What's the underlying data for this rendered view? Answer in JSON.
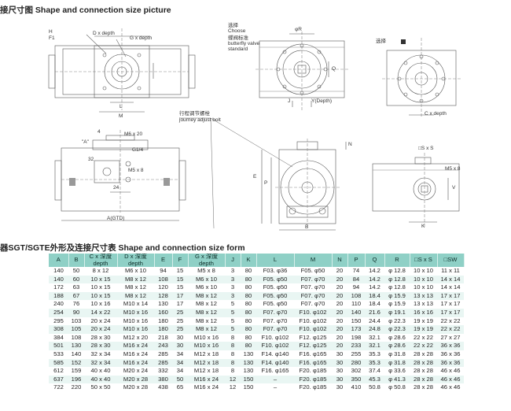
{
  "titles": {
    "drawing": "接尺寸图  Shape and connection size picture",
    "table": "器SGT/SGTE外形及连接尺寸表  Shape and connection size form"
  },
  "labels": {
    "top_left_a": "H",
    "top_left_b": "F1",
    "d_depth": "D x depth",
    "g_depth": "G x depth",
    "l": "L",
    "m": "M",
    "choose_cn": "选择",
    "choose_en": "Choose",
    "butterfly_cn": "蝶阀标准",
    "butterfly_en": "butterfly valve",
    "butterfly_std": "standard",
    "phi_r": "φR",
    "q": "Q",
    "j": "J",
    "y_depth": "Y(Depth)",
    "c_depth": "C x depth",
    "choose_right": "选择",
    "adjust_cn": "行程调节螺栓",
    "adjust_en": "journey adjust bolt",
    "a_label": "\"A\"",
    "four": "4",
    "m6": "M6 x 20",
    "g14": "G1/4",
    "m5_left": "M5 x 8",
    "n32": "32",
    "n24": "24",
    "a_gtd": "A(GTD)",
    "n": "N",
    "e": "E",
    "p": "P",
    "b": "B",
    "sxs": "□S x S",
    "m5_right": "M5 x 8",
    "v": "V",
    "k": "K"
  },
  "table": {
    "headers": [
      "A",
      "B",
      "C x 深度\ndepth",
      "D x 深度\ndepth",
      "E",
      "F",
      "G x 深度\ndepth",
      "J",
      "K",
      "L",
      "M",
      "N",
      "P",
      "Q",
      "R",
      "□S x S",
      "□SW"
    ],
    "rows": [
      [
        "140",
        "50",
        "8 x 12",
        "M6 x 10",
        "94",
        "15",
        "M5 x 8",
        "3",
        "80",
        "F03. φ36",
        "F05. φ50",
        "20",
        "74",
        "14.2",
        "φ 12.8",
        "10 x 10",
        "11 x 11"
      ],
      [
        "140",
        "60",
        "10 x 15",
        "M8 x 12",
        "108",
        "15",
        "M6 x 10",
        "3",
        "80",
        "F05. φ50",
        "F07. φ70",
        "20",
        "84",
        "14.2",
        "φ 12.8",
        "10 x 10",
        "14 x 14"
      ],
      [
        "172",
        "63",
        "10 x 15",
        "M8 x 12",
        "120",
        "15",
        "M6 x 10",
        "3",
        "80",
        "F05. φ50",
        "F07. φ70",
        "20",
        "94",
        "14.2",
        "φ 12.8",
        "10 x 10",
        "14 x 14"
      ],
      [
        "188",
        "67",
        "10 x 15",
        "M8 x 12",
        "128",
        "17",
        "M8 x 12",
        "3",
        "80",
        "F05. φ50",
        "F07. φ70",
        "20",
        "108",
        "18.4",
        "φ 15.9",
        "13 x 13",
        "17 x 17"
      ],
      [
        "240",
        "76",
        "10 x 16",
        "M10 x 14",
        "130",
        "17",
        "M8 x 12",
        "5",
        "80",
        "F05. φ50",
        "F07. φ70",
        "20",
        "110",
        "18.4",
        "φ 15.9",
        "13 x 13",
        "17 x 17"
      ],
      [
        "254",
        "90",
        "14 x 22",
        "M10 x 16",
        "160",
        "25",
        "M8 x 12",
        "5",
        "80",
        "F07. φ70",
        "F10. φ102",
        "20",
        "140",
        "21.6",
        "φ 19.1",
        "16 x 16",
        "17 x 17"
      ],
      [
        "295",
        "103",
        "20 x 24",
        "M10 x 16",
        "180",
        "25",
        "M8 x 12",
        "5",
        "80",
        "F07. φ70",
        "F10. φ102",
        "20",
        "150",
        "24.4",
        "φ 22.3",
        "19 x 19",
        "22 x 22"
      ],
      [
        "308",
        "105",
        "20 x 24",
        "M10 x 16",
        "180",
        "25",
        "M8 x 12",
        "5",
        "80",
        "F07. φ70",
        "F10. φ102",
        "20",
        "173",
        "24.8",
        "φ 22.3",
        "19 x 19",
        "22 x 22"
      ],
      [
        "384",
        "108",
        "28 x 30",
        "M12 x 20",
        "218",
        "30",
        "M10 x 16",
        "8",
        "80",
        "F10. φ102",
        "F12. φ125",
        "20",
        "198",
        "32.1",
        "φ 28.6",
        "22 x 22",
        "27 x 27"
      ],
      [
        "501",
        "130",
        "28 x 30",
        "M16 x 24",
        "243",
        "30",
        "M10 x 16",
        "8",
        "80",
        "F10. φ102",
        "F12. φ125",
        "20",
        "233",
        "32.1",
        "φ 28.6",
        "22 x 22",
        "36 x 36"
      ],
      [
        "533",
        "140",
        "32 x 34",
        "M16 x 24",
        "285",
        "34",
        "M12 x 18",
        "8",
        "130",
        "F14. φ140",
        "F16. φ165",
        "30",
        "255",
        "35.3",
        "φ 31.8",
        "28 x 28",
        "36 x 36"
      ],
      [
        "585",
        "152",
        "32 x 34",
        "M16 x 24",
        "285",
        "34",
        "M12 x 18",
        "8",
        "130",
        "F14. φ140",
        "F16. φ165",
        "30",
        "280",
        "35.3",
        "φ 31.8",
        "28 x 28",
        "36 x 36"
      ],
      [
        "612",
        "159",
        "40 x 40",
        "M20 x 24",
        "332",
        "34",
        "M12 x 18",
        "8",
        "130",
        "F16. φ165",
        "F20. φ185",
        "30",
        "302",
        "37.4",
        "φ 33.6",
        "28 x 28",
        "46 x 46"
      ],
      [
        "637",
        "196",
        "40 x 40",
        "M20 x 28",
        "380",
        "50",
        "M16 x 24",
        "12",
        "150",
        "–",
        "F20. φ185",
        "30",
        "350",
        "45.3",
        "φ 41.3",
        "28 x 28",
        "46 x 46"
      ],
      [
        "722",
        "220",
        "50 x 50",
        "M20 x 28",
        "438",
        "65",
        "M16 x 24",
        "12",
        "150",
        "–",
        "F20. φ185",
        "30",
        "410",
        "50.8",
        "φ 50.8",
        "28 x 28",
        "46 x 46"
      ]
    ]
  }
}
